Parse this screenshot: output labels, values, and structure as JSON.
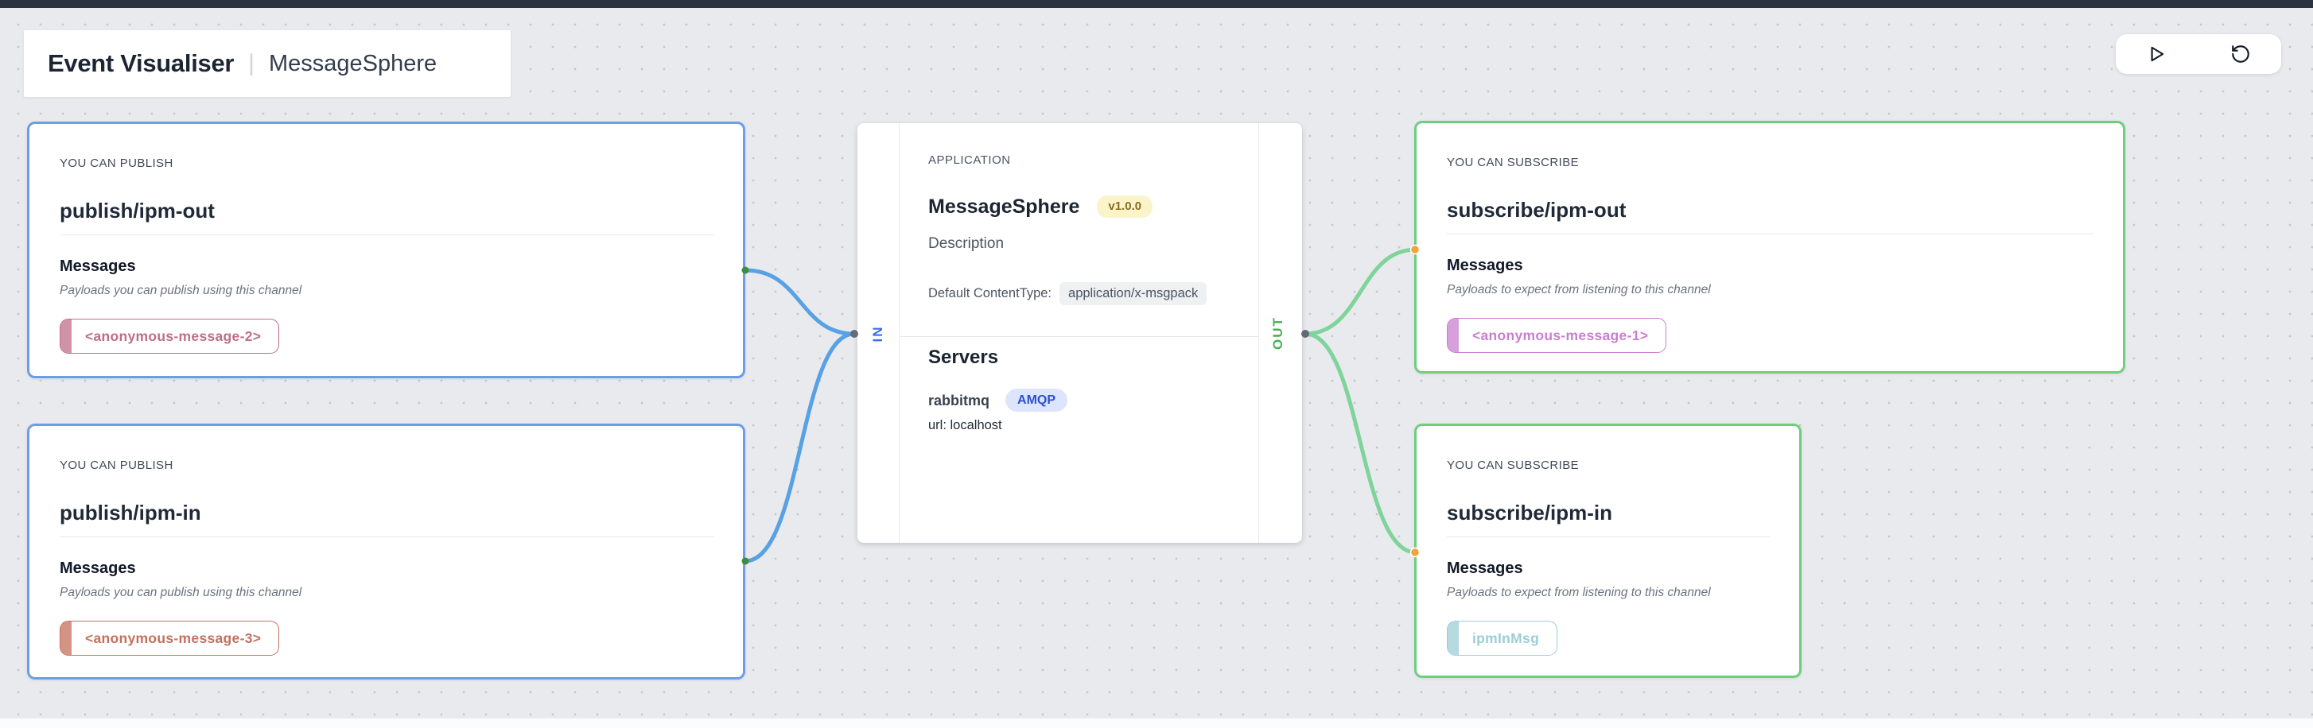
{
  "header": {
    "title": "Event Visualiser",
    "separator": "|",
    "subtitle": "MessageSphere"
  },
  "toolbar": {
    "icons": {
      "play": "play-icon",
      "refresh": "refresh-ccw-icon"
    }
  },
  "publish_channels": [
    {
      "kind": "YOU CAN PUBLISH",
      "name": "publish/ipm-out",
      "messages_title": "Messages",
      "messages_hint": "Payloads you can publish using this channel",
      "badges": [
        {
          "label": "<anonymous-message-2>",
          "color": "#c06d89"
        }
      ]
    },
    {
      "kind": "YOU CAN PUBLISH",
      "name": "publish/ipm-in",
      "messages_title": "Messages",
      "messages_hint": "Payloads you can publish using this channel",
      "badges": [
        {
          "label": "<anonymous-message-3>",
          "color": "#c4705e"
        }
      ]
    }
  ],
  "subscribe_channels": [
    {
      "kind": "YOU CAN SUBSCRIBE",
      "name": "subscribe/ipm-out",
      "messages_title": "Messages",
      "messages_hint": "Payloads to expect from listening to this channel",
      "badges": [
        {
          "label": "<anonymous-message-1>",
          "color": "#c97fd0"
        }
      ]
    },
    {
      "kind": "YOU CAN SUBSCRIBE",
      "name": "subscribe/ipm-in",
      "messages_title": "Messages",
      "messages_hint": "Payloads to expect from listening to this channel",
      "badges": [
        {
          "label": "ipmInMsg",
          "color": "#9ccdd6"
        }
      ]
    }
  ],
  "application": {
    "kind": "APPLICATION",
    "name": "MessageSphere",
    "version": "v1.0.0",
    "description": "Description",
    "default_content_type_label": "Default ContentType:",
    "default_content_type": "application/x-msgpack",
    "in_label": "IN",
    "out_label": "OUT",
    "servers_title": "Servers",
    "servers": [
      {
        "name": "rabbitmq",
        "protocol": "AMQP",
        "url": "url: localhost"
      }
    ]
  },
  "colors": {
    "publish_border": "#6d9ce8",
    "subscribe_border": "#6fce7e",
    "in_edge": "#58a1e4",
    "out_edge": "#7fd49b",
    "in_label": "#3a6ef0",
    "out_label": "#47b054",
    "source_dot": "#3e8e41",
    "anchor_dot": "#646b76",
    "target_dot": "#f2a33c",
    "topbar": "#2b3240"
  }
}
